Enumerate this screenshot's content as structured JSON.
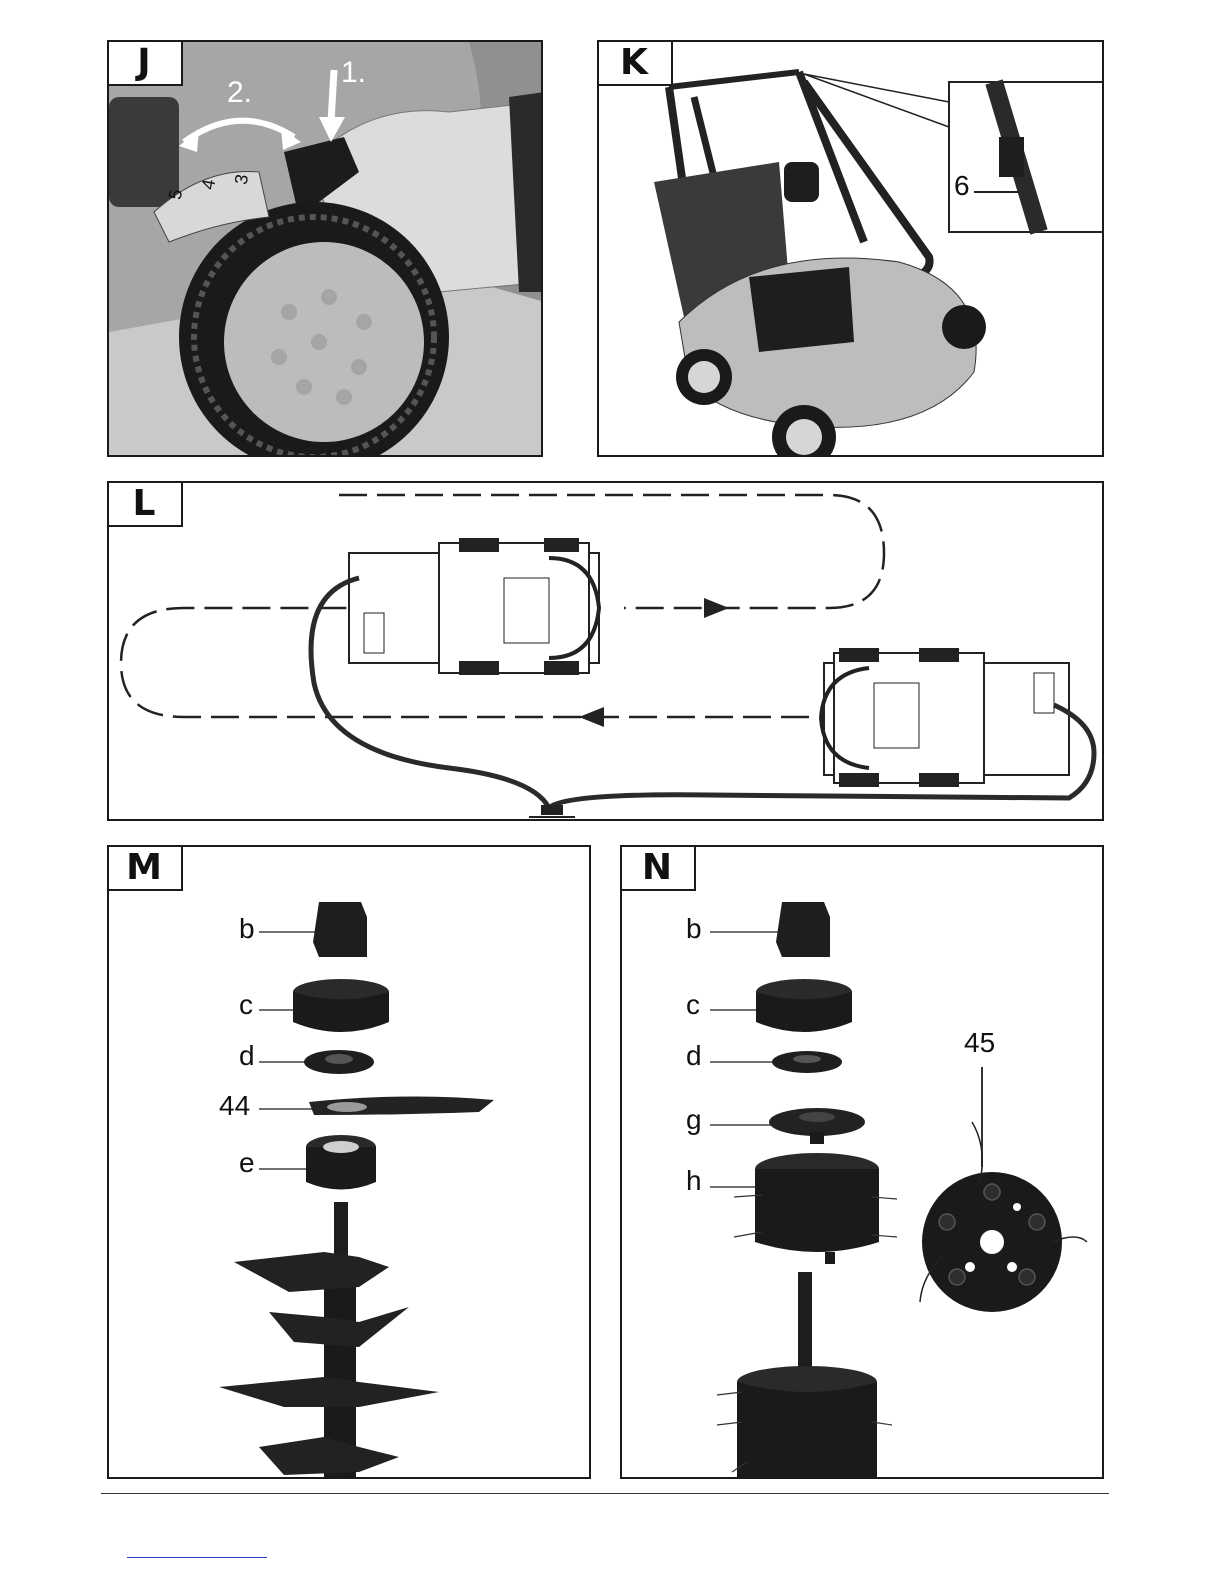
{
  "panels": {
    "J": {
      "tag": "J",
      "step1": "1.",
      "step2": "2.",
      "scale": [
        "5",
        "4",
        "3"
      ]
    },
    "K": {
      "tag": "K",
      "part6": "6"
    },
    "L": {
      "tag": "L"
    },
    "M": {
      "tag": "M",
      "parts": [
        "b",
        "c",
        "d",
        "44",
        "e"
      ]
    },
    "N": {
      "tag": "N",
      "parts": [
        "b",
        "c",
        "d",
        "g",
        "h"
      ],
      "part45": "45"
    }
  },
  "colors": {
    "ink": "#111111",
    "housing": "#9a9a9a",
    "dark_part": "#1e1e1e",
    "background": "#ffffff"
  }
}
